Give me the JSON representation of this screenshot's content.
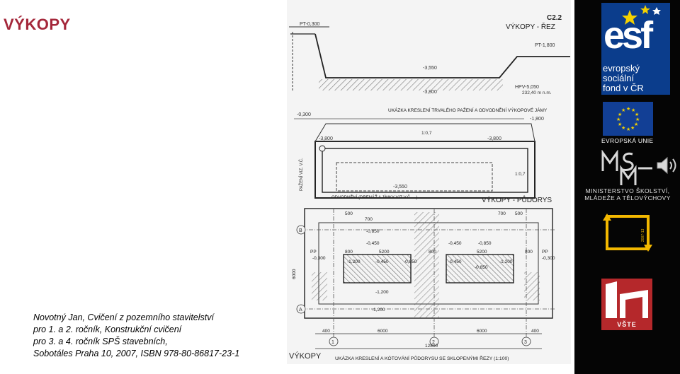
{
  "slide": {
    "title": "VÝKOPY",
    "citation": [
      "Novotný Jan, Cvičení z pozemního stavitelství",
      "pro 1. a 2. ročník, Konstrukční cvičení",
      "pro 3. a 4. ročník SPŠ stavebních,",
      "Sobotáles Praha 10, 2007, ISBN 978-80-86817-23-1"
    ]
  },
  "drawing": {
    "sheet_code": "C2.2",
    "section_title": "VÝKOPY - ŘEZ",
    "plan_title": "VÝKOPY - PŮDORYS",
    "bottom_title": "VÝKOPY",
    "bottom_caption": "UKÁZKA KRESLENÍ A KÓTOVÁNÍ PŮDORYSU SE SKLOPENÝMI ŘEZY (1:100)",
    "note_shoring": "UKÁZKA KRESLENÍ TRVALÉHO PAŽENÍ A ODVODNĚNÍ VÝKOPOVÉ JÁMY",
    "note_drainage": "ODVODNĚNÍ (DRENÁŽ A JÍMKY VIZ V.Č. ...)",
    "note_pazeni": "PAŽENÍ VIZ. V.Č.",
    "section_labels": [
      "PT-0,300",
      "PT-1,800",
      "-3,550",
      "-3,800",
      "HPV-5,050",
      "232,40 m n.m."
    ],
    "pit_labels": [
      "-0,300",
      "-1,800",
      "-3,800",
      "-3,800",
      "-3,550",
      "1:0,7",
      "1:0,7"
    ],
    "plan_labels": [
      "-0,850",
      "-0,450",
      "-1,200",
      "-0,450",
      "-0,850",
      "-0,450",
      "-0,850",
      "-1,200",
      "-1,200",
      "-1,200",
      "-0,450",
      "-0,850",
      "-0,300",
      "-0,300"
    ],
    "plan_dims": [
      "500",
      "700",
      "800",
      "5200",
      "800",
      "5200",
      "800",
      "700",
      "500",
      "400",
      "6000",
      "6000",
      "400",
      "12800",
      "6000",
      "PP",
      "PP"
    ],
    "grid_axes": [
      "A",
      "B",
      "1",
      "2",
      "3"
    ]
  },
  "sidebar": {
    "esf_logo": "esf",
    "esf_sub": [
      "evropský",
      "sociální",
      "fond v ČR"
    ],
    "eu_label": "EVROPSKÁ UNIE",
    "msmt_lines": [
      "MINISTERSTVO ŠKOLSTVÍ,",
      "MLÁDEŽE A TĚLOVÝCHOVY"
    ],
    "vste_label": "VŠTE",
    "icons": {
      "speaker": "speaker-icon",
      "op_cycle": "op-cycle-logo",
      "vste": "vste-logo"
    },
    "colors": {
      "title": "#a4273a",
      "esf_blue": "#0b3d8c",
      "vste_red": "#b5282b",
      "cycle_yellow": "#f3b800"
    }
  }
}
